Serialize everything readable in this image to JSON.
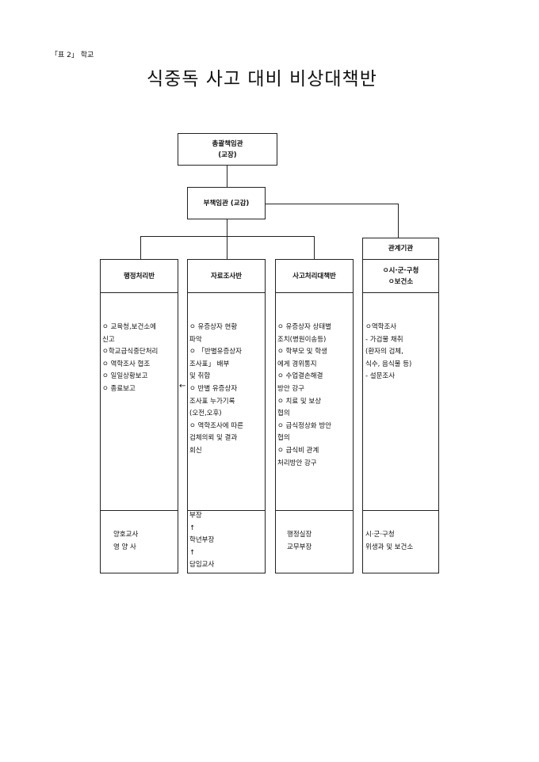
{
  "caption": "「표 2」 학교",
  "title": "식중독 사고 대비 비상대책반",
  "chairman": {
    "line1": "총괄책임관",
    "line2": "(교장)"
  },
  "vice": {
    "label": "부책임관 (교감)"
  },
  "related": {
    "label": "관계기관"
  },
  "columns": [
    {
      "header": [
        "행정처리반"
      ],
      "body": [
        "ㅇ 교육청,보건소에",
        "신고",
        "ㅇ학교급식중단처리",
        "ㅇ 역학조사 협조",
        "ㅇ 일일상황보고",
        "ㅇ 종료보고"
      ],
      "footer": [
        "양호교사",
        "영 양 사"
      ]
    },
    {
      "header": [
        "자료조사반"
      ],
      "body": [
        "ㅇ 유증상자 현황",
        "파악",
        "ㅇ 「반별유증상자",
        "조사표」 배부",
        "및 취합",
        "ㅇ 반별 유증상자",
        " 조사표 누가기록",
        "(오전,오후)",
        "ㅇ 역학조사에 따른",
        "검체의뢰 및 결과",
        "회신"
      ],
      "footer": [
        "부장",
        "↑",
        " 학년부장",
        "↑",
        "담임교사"
      ]
    },
    {
      "header": [
        "사고처리대책반"
      ],
      "body": [
        "ㅇ 유증상자 상태별",
        "조치(병원이송등)",
        "ㅇ 학부모 및 학생",
        "에게 경위통지",
        "ㅇ 수업결손해결",
        "방안 강구",
        "ㅇ 치료 및 보상",
        "협의",
        "ㅇ 급식정상화 방안",
        "협의",
        "ㅇ 급식비 관계",
        "처리방안 강구"
      ],
      "footer": [
        "행정실장",
        "교무부장"
      ]
    },
    {
      "header": [
        "ㅇ시·군·구청",
        "ㅇ보건소"
      ],
      "body": [
        "ㅇ역학조사",
        " - 가검물 채취",
        "(환자의 검체,",
        "식수, 음식물 등)",
        " - 설문조사"
      ],
      "footer": [
        "시·군·구청",
        "위생과 및 보건소"
      ]
    }
  ],
  "arrow_glyph": "←"
}
